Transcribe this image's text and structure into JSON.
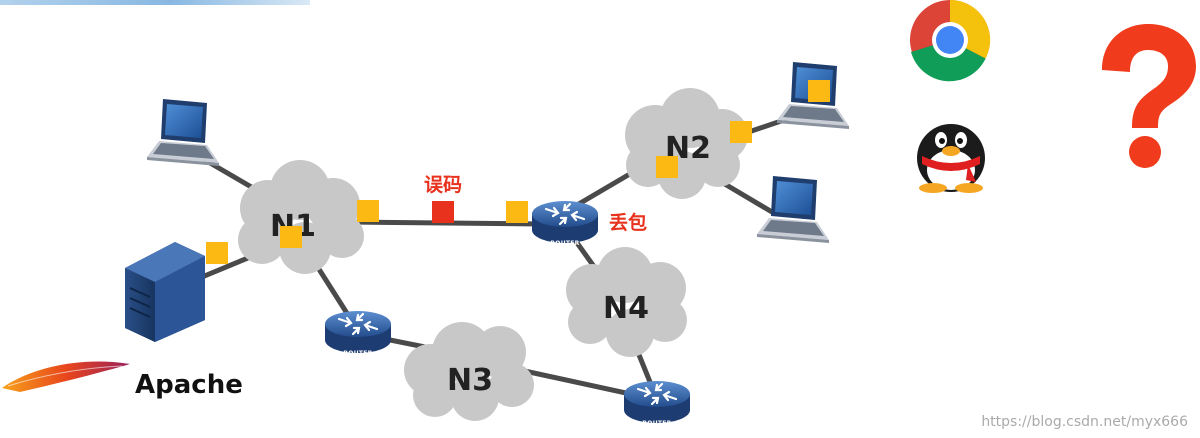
{
  "diagram": {
    "clouds": {
      "n1": "N1",
      "n2": "N2",
      "n3": "N3",
      "n4": "N4"
    },
    "annotations": {
      "bit_error": "误码",
      "packet_loss": "丢包"
    },
    "router_label": "ROUTER",
    "server_software": "Apache"
  },
  "colors": {
    "packet": "#fdb913",
    "error_packet": "#e8321e",
    "link": "#4a4a4a",
    "cloud": "#c8c8c8",
    "router": "#2d5fa6",
    "question_mark": "#f03c1c"
  },
  "icons": [
    "laptop-icon",
    "server-icon",
    "router-icon",
    "chrome-icon",
    "qq-penguin-icon",
    "question-mark-icon",
    "apache-feather-icon"
  ],
  "watermark": "https://blog.csdn.net/myx666"
}
